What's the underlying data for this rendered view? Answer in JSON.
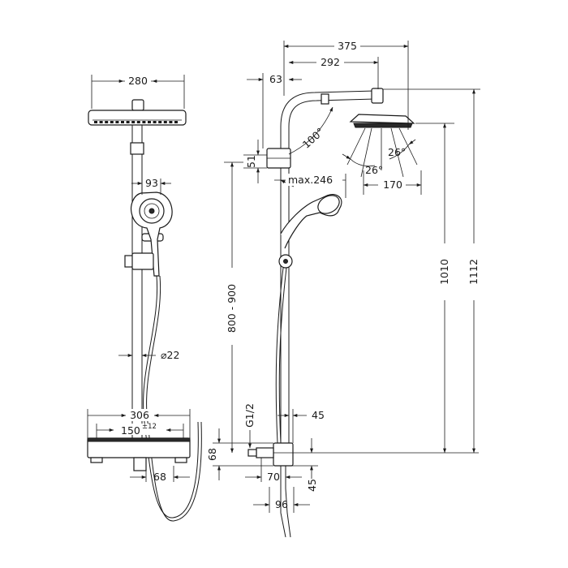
{
  "colors": {
    "ink": "#1a1a1a",
    "background": "#ffffff"
  },
  "front_view": {
    "width_head": "280",
    "handshower_diameter": "93",
    "pipe_diameter": "⌀22",
    "mixer_width": "306",
    "inlet_spacing": "150",
    "inlet_spacing_tol": "±12",
    "spout_width": "68"
  },
  "side_view": {
    "overall_projection": "375",
    "arm_projection": "292",
    "wall_offset": "63",
    "arm_angle": "100°",
    "spray_angle_left": "26°",
    "spray_angle_right": "26°",
    "head_diameter": "170",
    "bracket_height": "51",
    "handshower_max": "max.246",
    "mount_height": "800 - 900",
    "connection_thread": "G1/2",
    "total_height_head": "1010",
    "total_height_top": "1112",
    "mixer_depth_45": "45",
    "mixer_height_68": "68",
    "mixer_projection": "70",
    "bottom_offset_45": "45",
    "connection_depth": "96"
  }
}
